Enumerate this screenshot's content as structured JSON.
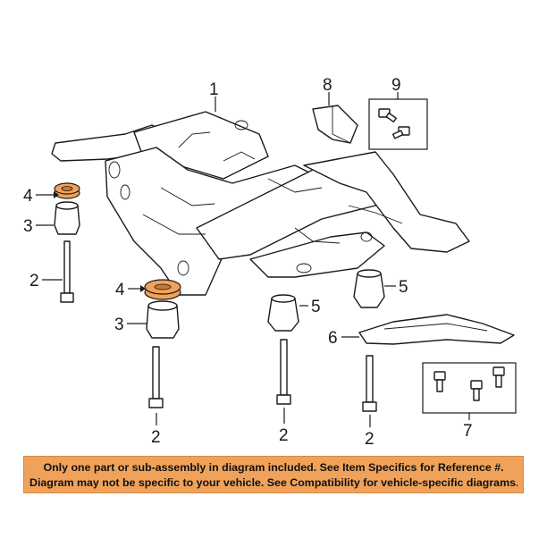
{
  "diagram": {
    "callouts": {
      "c1": "1",
      "c2a": "2",
      "c2b": "2",
      "c2c": "2",
      "c2d": "2",
      "c3a": "3",
      "c3b": "3",
      "c4a": "4",
      "c4b": "4",
      "c5a": "5",
      "c5b": "5",
      "c6": "6",
      "c7": "7",
      "c8": "8",
      "c9": "9"
    },
    "colors": {
      "bushing": "#f0a25a",
      "outline": "#1a1a1a",
      "notice_bg": "#f0a25a"
    }
  },
  "notice": {
    "line1": "Only one part or sub-assembly in diagram included. See Item Specifics for Reference #.",
    "line2": "Diagram may not be specific to your vehicle. See Compatibility for vehicle-specific diagrams."
  }
}
